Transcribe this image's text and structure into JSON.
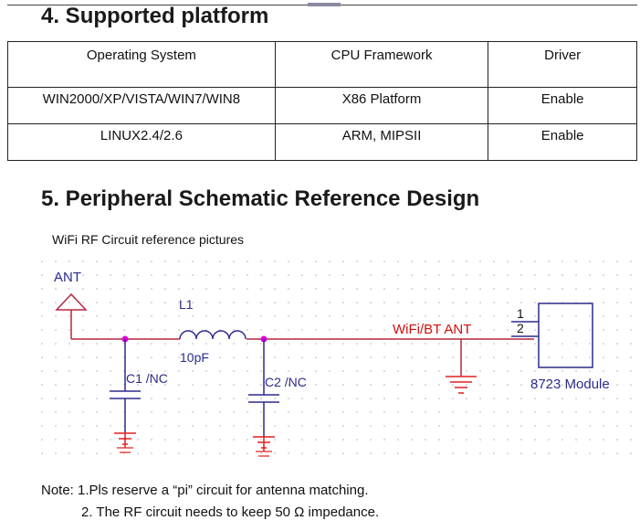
{
  "section4": {
    "heading": "4. Supported platform"
  },
  "table": {
    "headers": [
      "Operating System",
      "CPU Framework",
      "Driver"
    ],
    "rows": [
      [
        "WIN2000/XP/VISTA/WIN7/WIN8",
        "X86 Platform",
        "Enable"
      ],
      [
        "LINUX2.4/2.6",
        "ARM, MIPSII",
        "Enable"
      ]
    ]
  },
  "section5": {
    "heading": "5. Peripheral Schematic Reference Design"
  },
  "schematic": {
    "caption": "WiFi RF Circuit reference pictures",
    "ant_label": "ANT",
    "l1_label": "L1",
    "l1_value": "10pF",
    "c1_label": "C1 /NC",
    "c2_label": "C2 /NC",
    "net_label": "WiFi/BT ANT",
    "pin1": "1",
    "pin2": "2",
    "module_label": "8723 Module",
    "colors": {
      "wire": "#b5283f",
      "component": "#2c2c8c",
      "net_label": "#d01010",
      "junction": "#e000e0",
      "ground": "#e02020"
    }
  },
  "notes": {
    "note1": "Note: 1.Pls reserve a “pi” circuit for antenna matching.",
    "note2": "2. The RF circuit needs to keep 50 Ω impedance."
  }
}
